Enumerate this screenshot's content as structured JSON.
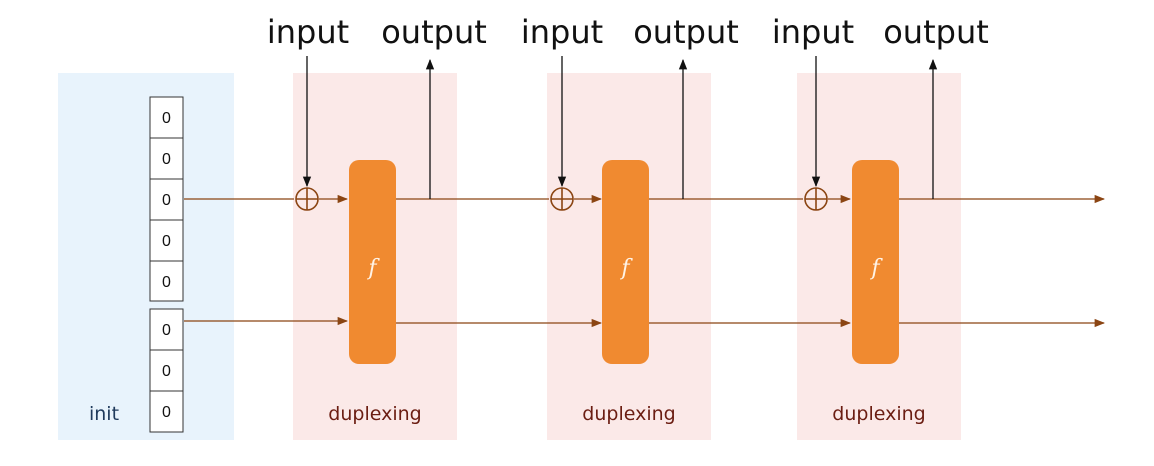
{
  "colors": {
    "init_bg": "#e8f3fc",
    "duplex_bg": "#fbe9e8",
    "f_box": "#f08a30",
    "line": "#8b4513",
    "init_text": "#1f3a5c",
    "duplex_text": "#6b1d12"
  },
  "init": {
    "label": "init",
    "cells": [
      "0",
      "0",
      "0",
      "0",
      "0",
      "0",
      "0",
      "0"
    ]
  },
  "stages": [
    {
      "region_label": "duplexing",
      "input_label": "input",
      "output_label": "output",
      "f_label": "f"
    },
    {
      "region_label": "duplexing",
      "input_label": "input",
      "output_label": "output",
      "f_label": "f"
    },
    {
      "region_label": "duplexing",
      "input_label": "input",
      "output_label": "output",
      "f_label": "f"
    }
  ]
}
